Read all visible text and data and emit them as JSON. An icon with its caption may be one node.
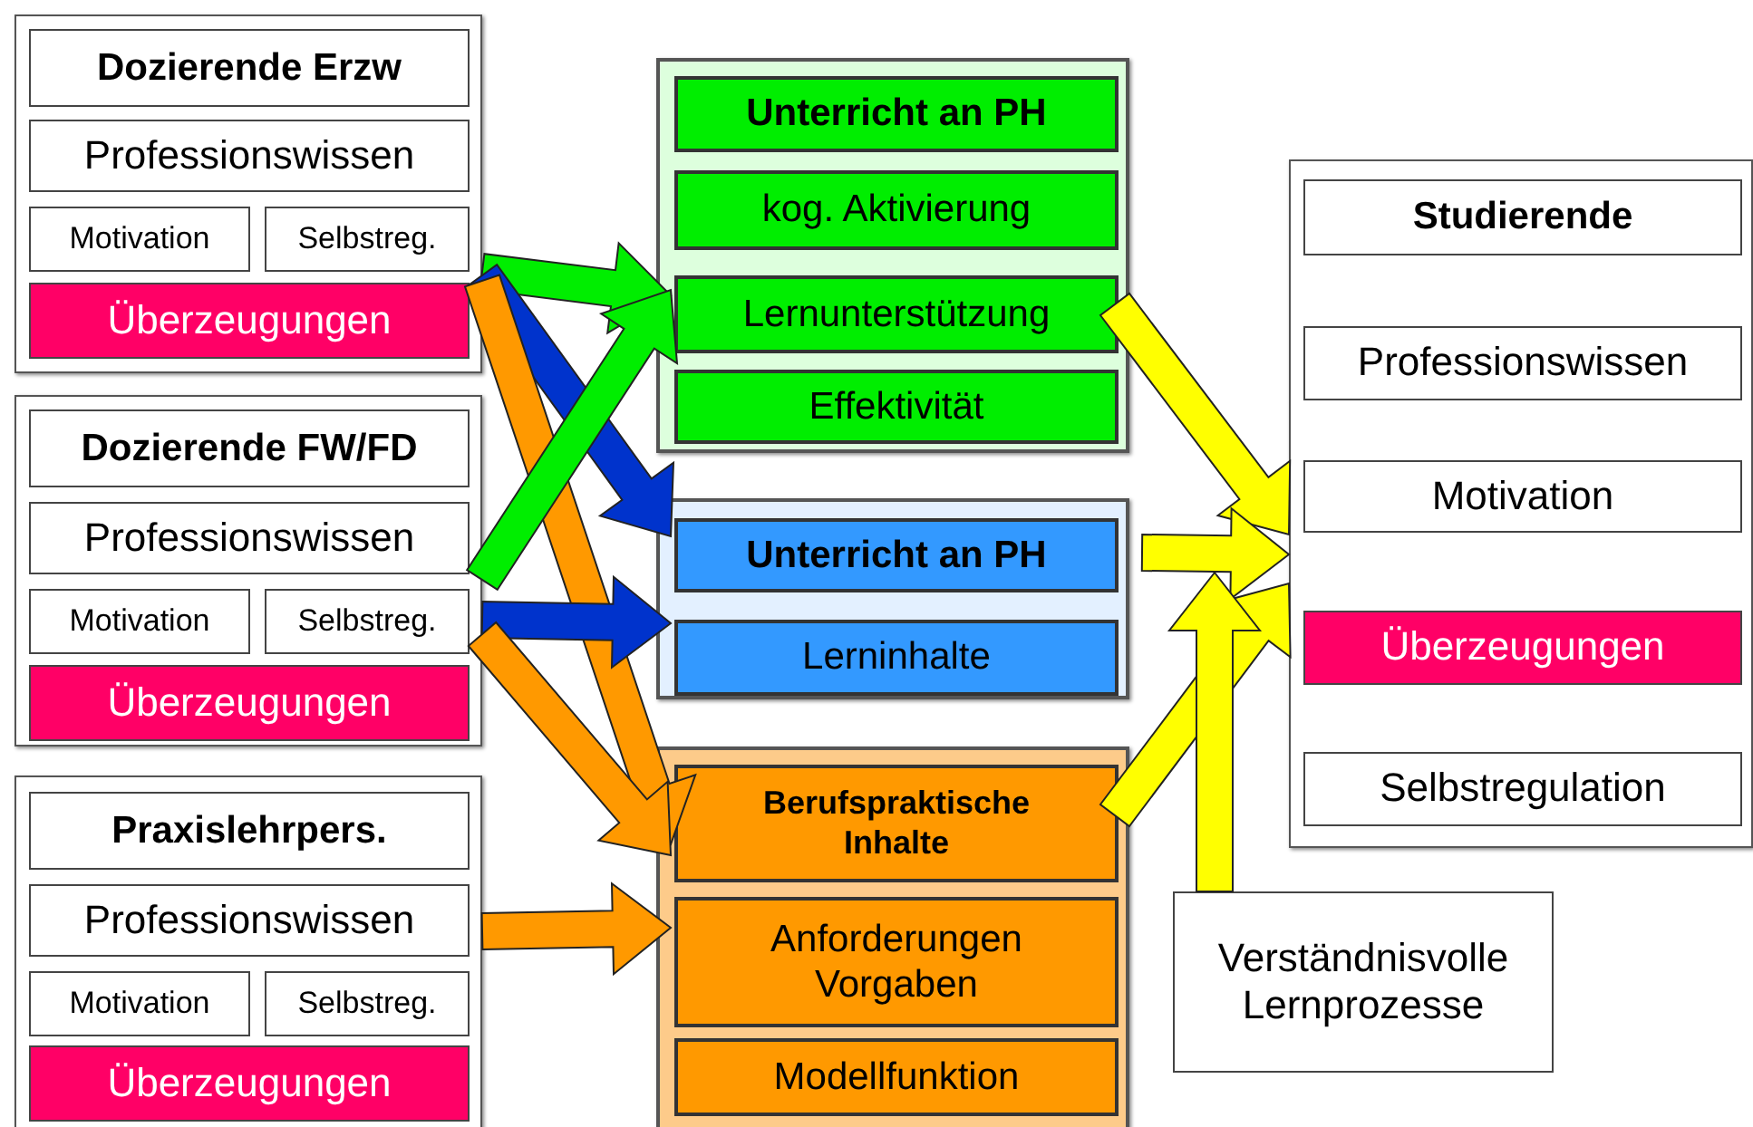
{
  "diagram": {
    "nodes": [
      {
        "text": [],
        "shape": "box"
      },
      {
        "text": [
          "Dozierende Erzw"
        ],
        "in": 0
      },
      {
        "text": [
          "Professionswissen"
        ],
        "in": 0
      },
      {
        "text": [
          "Motivation"
        ],
        "in": 0
      },
      {
        "text": [
          "Selbstreg."
        ],
        "in": 0
      },
      {
        "text": [
          "Überzeugungen"
        ],
        "in": 0
      },
      {
        "text": [],
        "shape": "box"
      },
      {
        "text": [
          "Dozierende FW/FD"
        ],
        "in": 6
      },
      {
        "text": [
          "Professionswissen"
        ],
        "in": 6
      },
      {
        "text": [
          "Motivation"
        ],
        "in": 6
      },
      {
        "text": [
          "Selbstreg."
        ],
        "in": 6
      },
      {
        "text": [
          "Überzeugungen"
        ],
        "in": 6
      },
      {
        "text": [],
        "shape": "box"
      },
      {
        "text": [
          "Praxislehrpers."
        ],
        "in": 12
      },
      {
        "text": [
          "Professionswissen"
        ],
        "in": 12
      },
      {
        "text": [
          "Motivation"
        ],
        "in": 12
      },
      {
        "text": [
          "Selbstreg."
        ],
        "in": 12
      },
      {
        "text": [
          "Überzeugungen"
        ],
        "in": 12
      },
      {
        "text": [],
        "shape": "box"
      },
      {
        "text": [
          "Unterricht an PH"
        ],
        "in": 18
      },
      {
        "text": [
          "kog. Aktivierung"
        ],
        "in": 18
      },
      {
        "text": [
          "Lernunterstützung"
        ],
        "in": 18
      },
      {
        "text": [
          "Effektivität"
        ],
        "in": 18
      },
      {
        "text": [],
        "shape": "box"
      },
      {
        "text": [
          "Unterricht an PH"
        ],
        "in": 23
      },
      {
        "text": [
          "Lerninhalte"
        ],
        "in": 23
      },
      {
        "text": [],
        "shape": "box"
      },
      {
        "text": [
          "Berufspraktische Inhalte"
        ],
        "in": 26
      },
      {
        "text": [
          "Anforderungen Vorgaben"
        ],
        "in": 26
      },
      {
        "text": [
          "Modellfunktion"
        ],
        "in": 26
      },
      {
        "text": [],
        "shape": "box"
      },
      {
        "text": [
          "Studierende"
        ],
        "in": 30
      },
      {
        "text": [
          "Professionswissen"
        ],
        "in": 30
      },
      {
        "text": [
          "Motivation"
        ],
        "in": 30
      },
      {
        "text": [
          "Überzeugungen"
        ],
        "in": 30
      },
      {
        "text": [
          "Selbstregulation"
        ],
        "in": 30
      },
      {
        "text": [
          "Verständnisvolle Lernprozesse"
        ]
      }
    ],
    "edges": [
      {
        "from": 0,
        "to": 21,
        "arrow": "to",
        "style": "thick",
        "color": "#00ee00"
      },
      {
        "from": 0,
        "to": 24,
        "arrow": "to",
        "style": "thick",
        "color": "#0033cc"
      },
      {
        "from": 0,
        "to": 27,
        "arrow": "to",
        "style": "thick",
        "color": "#ff9900"
      },
      {
        "from": 6,
        "to": 21,
        "arrow": "to",
        "style": "thick",
        "color": "#00ee00"
      },
      {
        "from": 6,
        "to": 25,
        "arrow": "to",
        "style": "thick",
        "color": "#0033cc"
      },
      {
        "from": 6,
        "to": 27,
        "arrow": "to",
        "style": "thick",
        "color": "#ff9900"
      },
      {
        "from": 12,
        "to": 28,
        "arrow": "to",
        "style": "thick",
        "color": "#ff9900"
      },
      {
        "from": 21,
        "to": 30,
        "arrow": "to",
        "style": "thick",
        "color": "#ffff00"
      },
      {
        "from": 24,
        "to": 30,
        "arrow": "to",
        "style": "thick",
        "color": "#ffff00"
      },
      {
        "from": 27,
        "to": 30,
        "arrow": "to",
        "style": "thick",
        "color": "#ffff00"
      },
      {
        "from": 36,
        "to": null,
        "arrow": "to",
        "style": "thick",
        "color": "#ffff00"
      }
    ]
  }
}
